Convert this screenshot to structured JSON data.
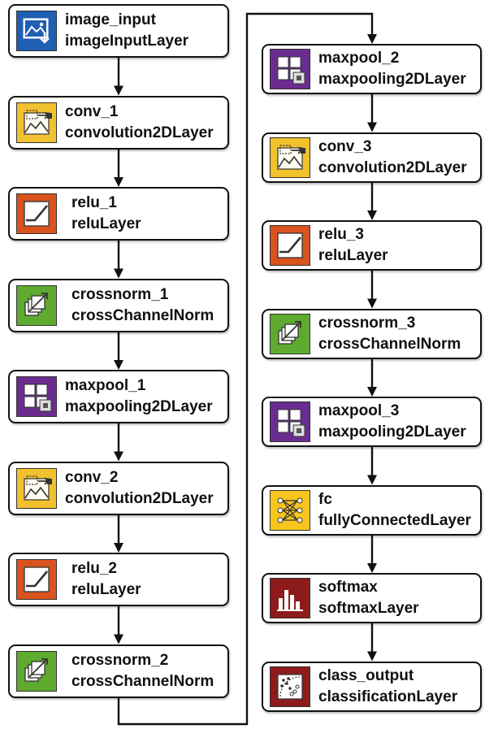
{
  "colors": {
    "input": "#1f5fb4",
    "conv": "#f2c12e",
    "relu": "#d9531e",
    "norm": "#5eab2f",
    "pool": "#6b2c8f",
    "fc": "#f7c51d",
    "softmax": "#8e1b1b",
    "output": "#8e1b1b"
  },
  "layers": [
    {
      "name": "image_input",
      "type": "imageInputLayer",
      "icon": "image-input-icon",
      "kind": "input"
    },
    {
      "name": "conv_1",
      "type": "convolution2DLayer",
      "icon": "convolution-icon",
      "kind": "conv"
    },
    {
      "name": "relu_1",
      "type": "reluLayer",
      "icon": "relu-icon",
      "kind": "relu"
    },
    {
      "name": "crossnorm_1",
      "type": "crossChannelNorm",
      "icon": "cross-channel-norm-icon",
      "kind": "norm"
    },
    {
      "name": "maxpool_1",
      "type": "maxpooling2DLayer",
      "icon": "maxpooling-icon",
      "kind": "pool"
    },
    {
      "name": "conv_2",
      "type": "convolution2DLayer",
      "icon": "convolution-icon",
      "kind": "conv"
    },
    {
      "name": "relu_2",
      "type": "reluLayer",
      "icon": "relu-icon",
      "kind": "relu"
    },
    {
      "name": "crossnorm_2",
      "type": "crossChannelNorm",
      "icon": "cross-channel-norm-icon",
      "kind": "norm"
    },
    {
      "name": "maxpool_2",
      "type": "maxpooling2DLayer",
      "icon": "maxpooling-icon",
      "kind": "pool"
    },
    {
      "name": "conv_3",
      "type": "convolution2DLayer",
      "icon": "convolution-icon",
      "kind": "conv"
    },
    {
      "name": "relu_3",
      "type": "reluLayer",
      "icon": "relu-icon",
      "kind": "relu"
    },
    {
      "name": "crossnorm_3",
      "type": "crossChannelNorm",
      "icon": "cross-channel-norm-icon",
      "kind": "norm"
    },
    {
      "name": "maxpool_3",
      "type": "maxpooling2DLayer",
      "icon": "maxpooling-icon",
      "kind": "pool"
    },
    {
      "name": "fc",
      "type": "fullyConnectedLayer",
      "icon": "fully-connected-icon",
      "kind": "fc"
    },
    {
      "name": "softmax",
      "type": "softmaxLayer",
      "icon": "softmax-icon",
      "kind": "softmax"
    },
    {
      "name": "class_output",
      "type": "classificationLayer",
      "icon": "classification-icon",
      "kind": "output"
    }
  ]
}
